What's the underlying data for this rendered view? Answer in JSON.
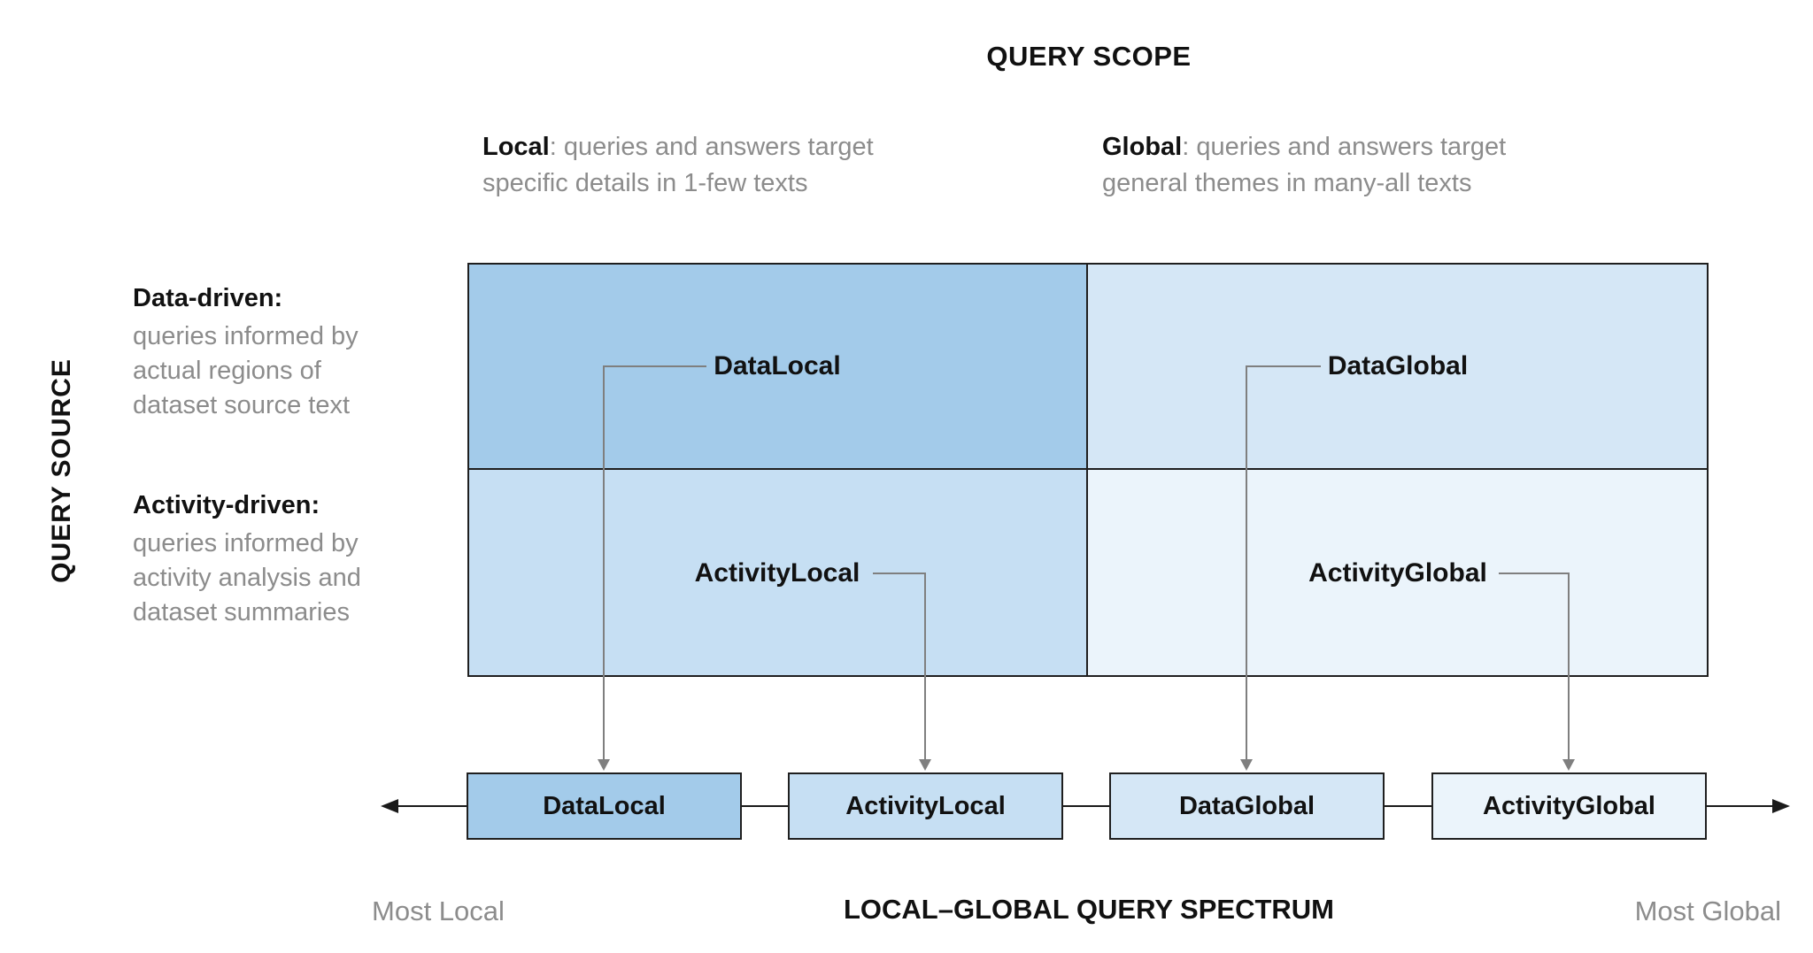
{
  "title": "QUERY SCOPE",
  "y_axis_label": "QUERY SOURCE",
  "col_headers": [
    {
      "term": "Local",
      "desc": ": queries and answers target specific details in 1-few texts"
    },
    {
      "term": "Global",
      "desc": ": queries and answers target general themes in many-all texts"
    }
  ],
  "row_headers": [
    {
      "term": "Data-driven:",
      "desc": "queries informed by actual regions of dataset source text"
    },
    {
      "term": "Activity-driven:",
      "desc": "queries informed by activity analysis and dataset summaries"
    }
  ],
  "cells": {
    "data_local": {
      "label": "DataLocal",
      "color": "#a3cbea"
    },
    "data_global": {
      "label": "DataGlobal",
      "color": "#d5e7f6"
    },
    "activity_local": {
      "label": "ActivityLocal",
      "color": "#c6dff3"
    },
    "activity_global": {
      "label": "ActivityGlobal",
      "color": "#ebf4fb"
    }
  },
  "spectrum": {
    "items": [
      {
        "label": "DataLocal",
        "color": "#a3cbea"
      },
      {
        "label": "ActivityLocal",
        "color": "#c6dff3"
      },
      {
        "label": "DataGlobal",
        "color": "#d5e7f6"
      },
      {
        "label": "ActivityGlobal",
        "color": "#ebf4fb"
      }
    ],
    "left_end": "Most Local",
    "axis_title": "LOCAL–GLOBAL QUERY SPECTRUM",
    "right_end": "Most Global"
  },
  "colors": {
    "connector_gray": "#7f7f7f",
    "axis_black": "#1a1a1a",
    "text_gray": "#8c8c8c",
    "border_dark": "#1f1f1f"
  }
}
